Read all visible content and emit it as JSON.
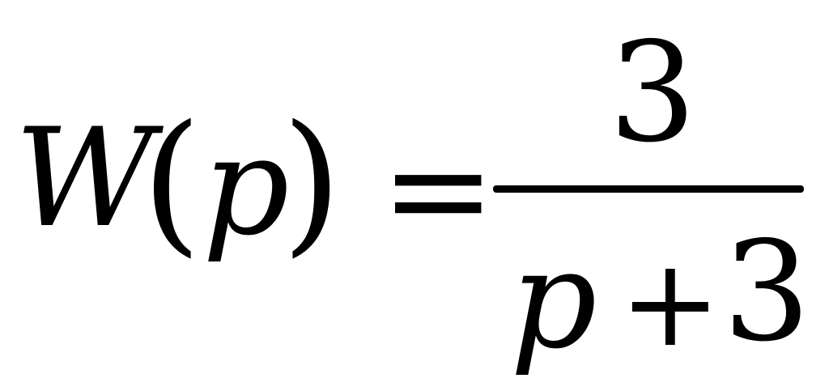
{
  "formula": {
    "lhs": {
      "function": "W",
      "open_paren": "(",
      "argument": "p",
      "close_paren": ")"
    },
    "equals": "=",
    "rhs": {
      "numerator": "3",
      "denominator": {
        "variable": "p",
        "operator": "+",
        "constant": "3"
      }
    }
  },
  "colors": {
    "text": "#000000",
    "background": "#ffffff"
  }
}
